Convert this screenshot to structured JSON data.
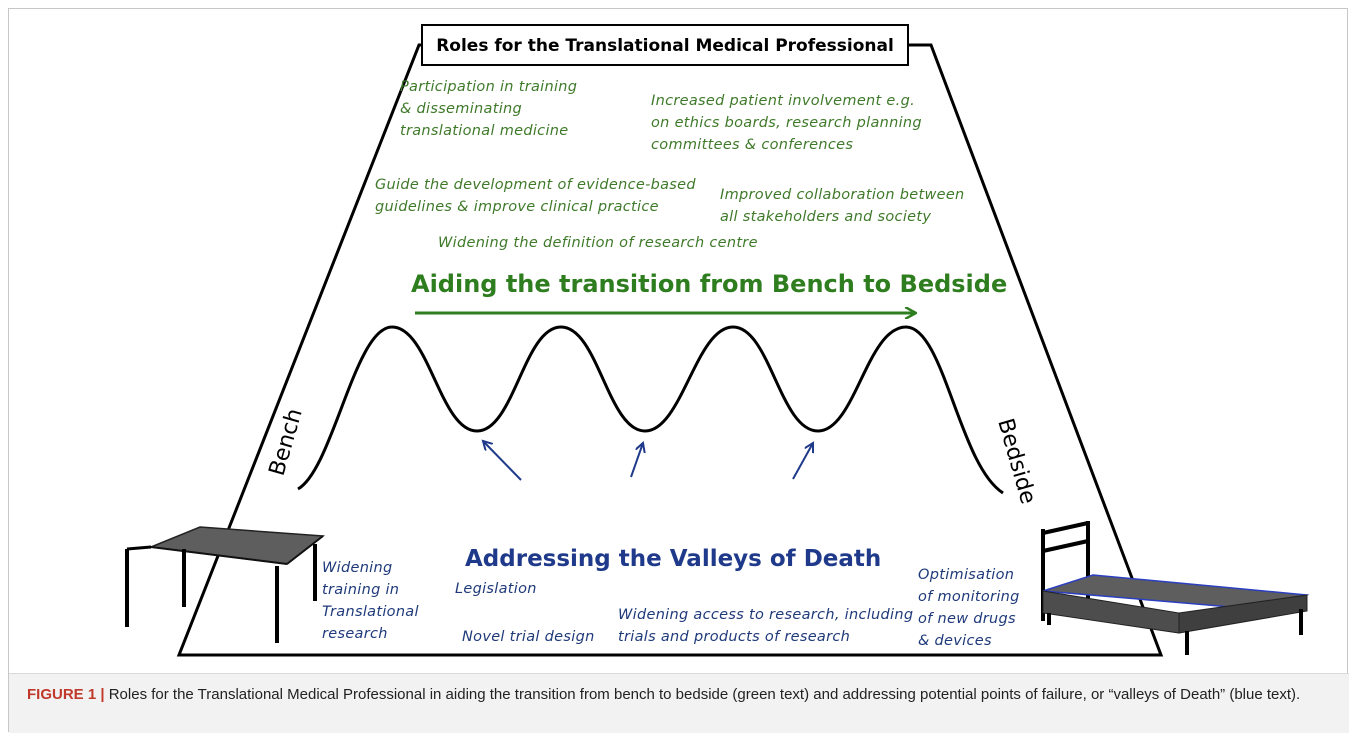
{
  "diagram": {
    "title": "Roles for the Translational Medical Professional",
    "top_roles": [
      [
        "Participation in training",
        "& disseminating",
        "translational medicine"
      ],
      [
        "Increased patient involvement  e.g.",
        "on ethics boards, research planning",
        "committees  &  conferences"
      ],
      [
        "Guide the  development of evidence-based",
        "guidelines & improve clinical practice"
      ],
      [
        "Improved collaboration between",
        "all stakeholders and society"
      ],
      [
        "Widening the definition of research  centre"
      ]
    ],
    "transition_heading": "Aiding the transition from Bench to Bedside",
    "bench_label": "Bench",
    "bedside_label": "Bedside",
    "valleys_heading": "Addressing the Valleys of Death",
    "bottom_roles": [
      [
        "Widening",
        "training in",
        "Translational",
        "research"
      ],
      [
        "Legislation"
      ],
      [
        "Novel trial design"
      ],
      [
        "Widening access to research,  including",
        "trials and products of research"
      ],
      [
        "Optimisation",
        "of monitoring",
        "of new drugs",
        "& devices"
      ]
    ],
    "colors": {
      "green_text": "#3f7a2a",
      "blue_text": "#1f3a7a",
      "arrow_green": "#2e7d1f",
      "valley_arrows": "#1f3a8a"
    }
  },
  "caption": {
    "label": "FIGURE 1 |",
    "text": "Roles for the Translational Medical Professional in aiding the transition from bench to bedside (green text) and addressing potential points of failure, or “valleys of Death” (blue text)."
  }
}
